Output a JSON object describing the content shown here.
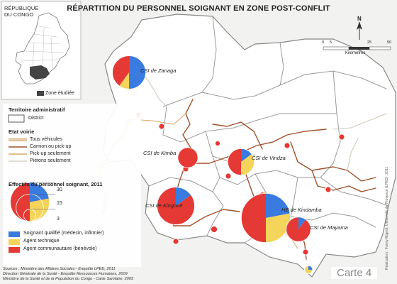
{
  "title": "RÉPARTITION DU PERSONNEL SOIGNANT EN ZONE POST-CONFLIT",
  "inset": {
    "country_name": "RÉPUBLIQUE DU CONGO",
    "study_zone_label": "Zone étudiée"
  },
  "legend": {
    "admin_heading": "Territoire administratif",
    "district_label": "District",
    "roads_heading": "Etat voirie",
    "roads": [
      {
        "label": "Tous véhicules",
        "color": "#c58a40"
      },
      {
        "label": "Camion ou pick-up",
        "color": "#a0522d"
      },
      {
        "label": "Pick-up seulement",
        "color": "#d9a86a"
      },
      {
        "label": "Piétons seulement",
        "color": "#d8d0c0"
      }
    ],
    "staff_heading": "Effectifs du personnel soignant, 2011",
    "size_values": [
      "30",
      "15",
      "3"
    ],
    "categories": [
      {
        "label": "Soignant qualifié (médecin, infirmier)",
        "color": "#3a7be0"
      },
      {
        "label": "Agent technique",
        "color": "#f4d45a"
      },
      {
        "label": "Agent communautaire (bénévole)",
        "color": "#e53935"
      }
    ]
  },
  "scale": {
    "ticks": [
      "0",
      "5",
      "25",
      "50"
    ],
    "unit": "Kilomètres"
  },
  "north_label": "N",
  "sites": [
    {
      "name": "CSI de Zanaga",
      "total": 22,
      "fractions": [
        0.5,
        0.1,
        0.4
      ]
    },
    {
      "name": "CSI de Kimba",
      "total": 8,
      "fractions": [
        0.0,
        0.0,
        1.0
      ]
    },
    {
      "name": "CSI de Vindza",
      "total": 14,
      "fractions": [
        0.15,
        0.35,
        0.5
      ]
    },
    {
      "name": "CSI de Kingoué",
      "total": 28,
      "fractions": [
        0.15,
        0.0,
        0.85
      ]
    },
    {
      "name": "HB de Kindamba",
      "total": 48,
      "fractions": [
        0.22,
        0.28,
        0.5
      ]
    },
    {
      "name": "CSI de Mayama",
      "total": 12,
      "fractions": [
        0.1,
        0.0,
        0.9
      ]
    }
  ],
  "sources": [
    "Sources : Ministère des Affaires Sociales - Enquête LPED, 2011",
    "Direction Générale de la Santé - Enquête Ressources Humaines, 2009",
    "Ministère de la Santé et de la Population du Congo - Carte Sanitaire, 2005"
  ],
  "map_number": "Carte 4",
  "credit": "Réalisation : Fanny Mignot, Université de Provence (LPED), 2011"
}
